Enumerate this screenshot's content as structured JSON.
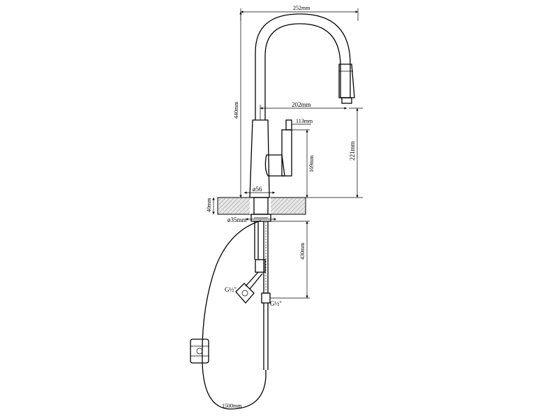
{
  "dimensions": {
    "width_top": "252mm",
    "height_total": "440mm",
    "reach": "202mm",
    "handle": "113mm",
    "spout_height": "221mm",
    "handle_height": "169mm",
    "base_diameter": "ø56",
    "deck_thickness": "40mm",
    "shank_diameter": "ø35mm",
    "hose_drop": "430mm",
    "hose_length": "1500mm"
  },
  "connectors": {
    "left_thread": "G½\"",
    "right_thread": "G½\""
  }
}
